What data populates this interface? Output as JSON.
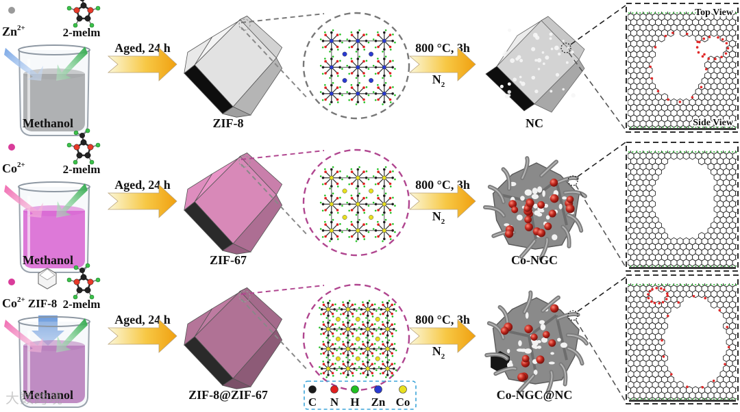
{
  "rows": [
    {
      "ion_label": "Zn",
      "ion_charge": "2+",
      "ligand_label": "2-melm",
      "extra_label": "",
      "solvent_label": "Methanol",
      "condition_label": "Aged, 24 h",
      "framework_label": "ZIF-8",
      "anneal_label": "800 °C, 3h",
      "atmosphere_main": "N",
      "atmosphere_sub": "2",
      "product_label": "NC",
      "solution_color": "#8e8e8e",
      "ion_dot_color": "#9a9a9a",
      "framework_color": "#e2e2e2",
      "circle_color": "#777777"
    },
    {
      "ion_label": "Co",
      "ion_charge": "2+",
      "ligand_label": "2-melm",
      "extra_label": "",
      "solvent_label": "Methanol",
      "condition_label": "Aged, 24 h",
      "framework_label": "ZIF-67",
      "anneal_label": "800 °C, 3h",
      "atmosphere_main": "N",
      "atmosphere_sub": "2",
      "product_label": "Co-NGC",
      "solution_color": "#d636c8",
      "ion_dot_color": "#d93c9a",
      "framework_color": "#d889b8",
      "circle_color": "#b0458f"
    },
    {
      "ion_label": "Co",
      "ion_charge": "2+",
      "ligand_label": "2-melm",
      "extra_label": "ZIF-8",
      "solvent_label": "Methanol",
      "condition_label": "Aged, 24 h",
      "framework_label": "ZIF-8@ZIF-67",
      "anneal_label": "800 °C, 3h",
      "atmosphere_main": "N",
      "atmosphere_sub": "2",
      "product_label": "Co-NGC@NC",
      "solution_color": "#a855a8",
      "ion_dot_color": "#d93c9a",
      "framework_color": "#b07295",
      "circle_color": "#b0458f"
    }
  ],
  "panel_labels": {
    "top_view": "Top View",
    "side_view": "Side View"
  },
  "legend": [
    {
      "symbol": "C",
      "color": "#1a1a1a"
    },
    {
      "symbol": "N",
      "color": "#e02020"
    },
    {
      "symbol": "H",
      "color": "#22c022"
    },
    {
      "symbol": "Zn",
      "color": "#2a3ad0"
    },
    {
      "symbol": "Co",
      "color": "#e8e020"
    }
  ],
  "watermark": "大数跨境"
}
